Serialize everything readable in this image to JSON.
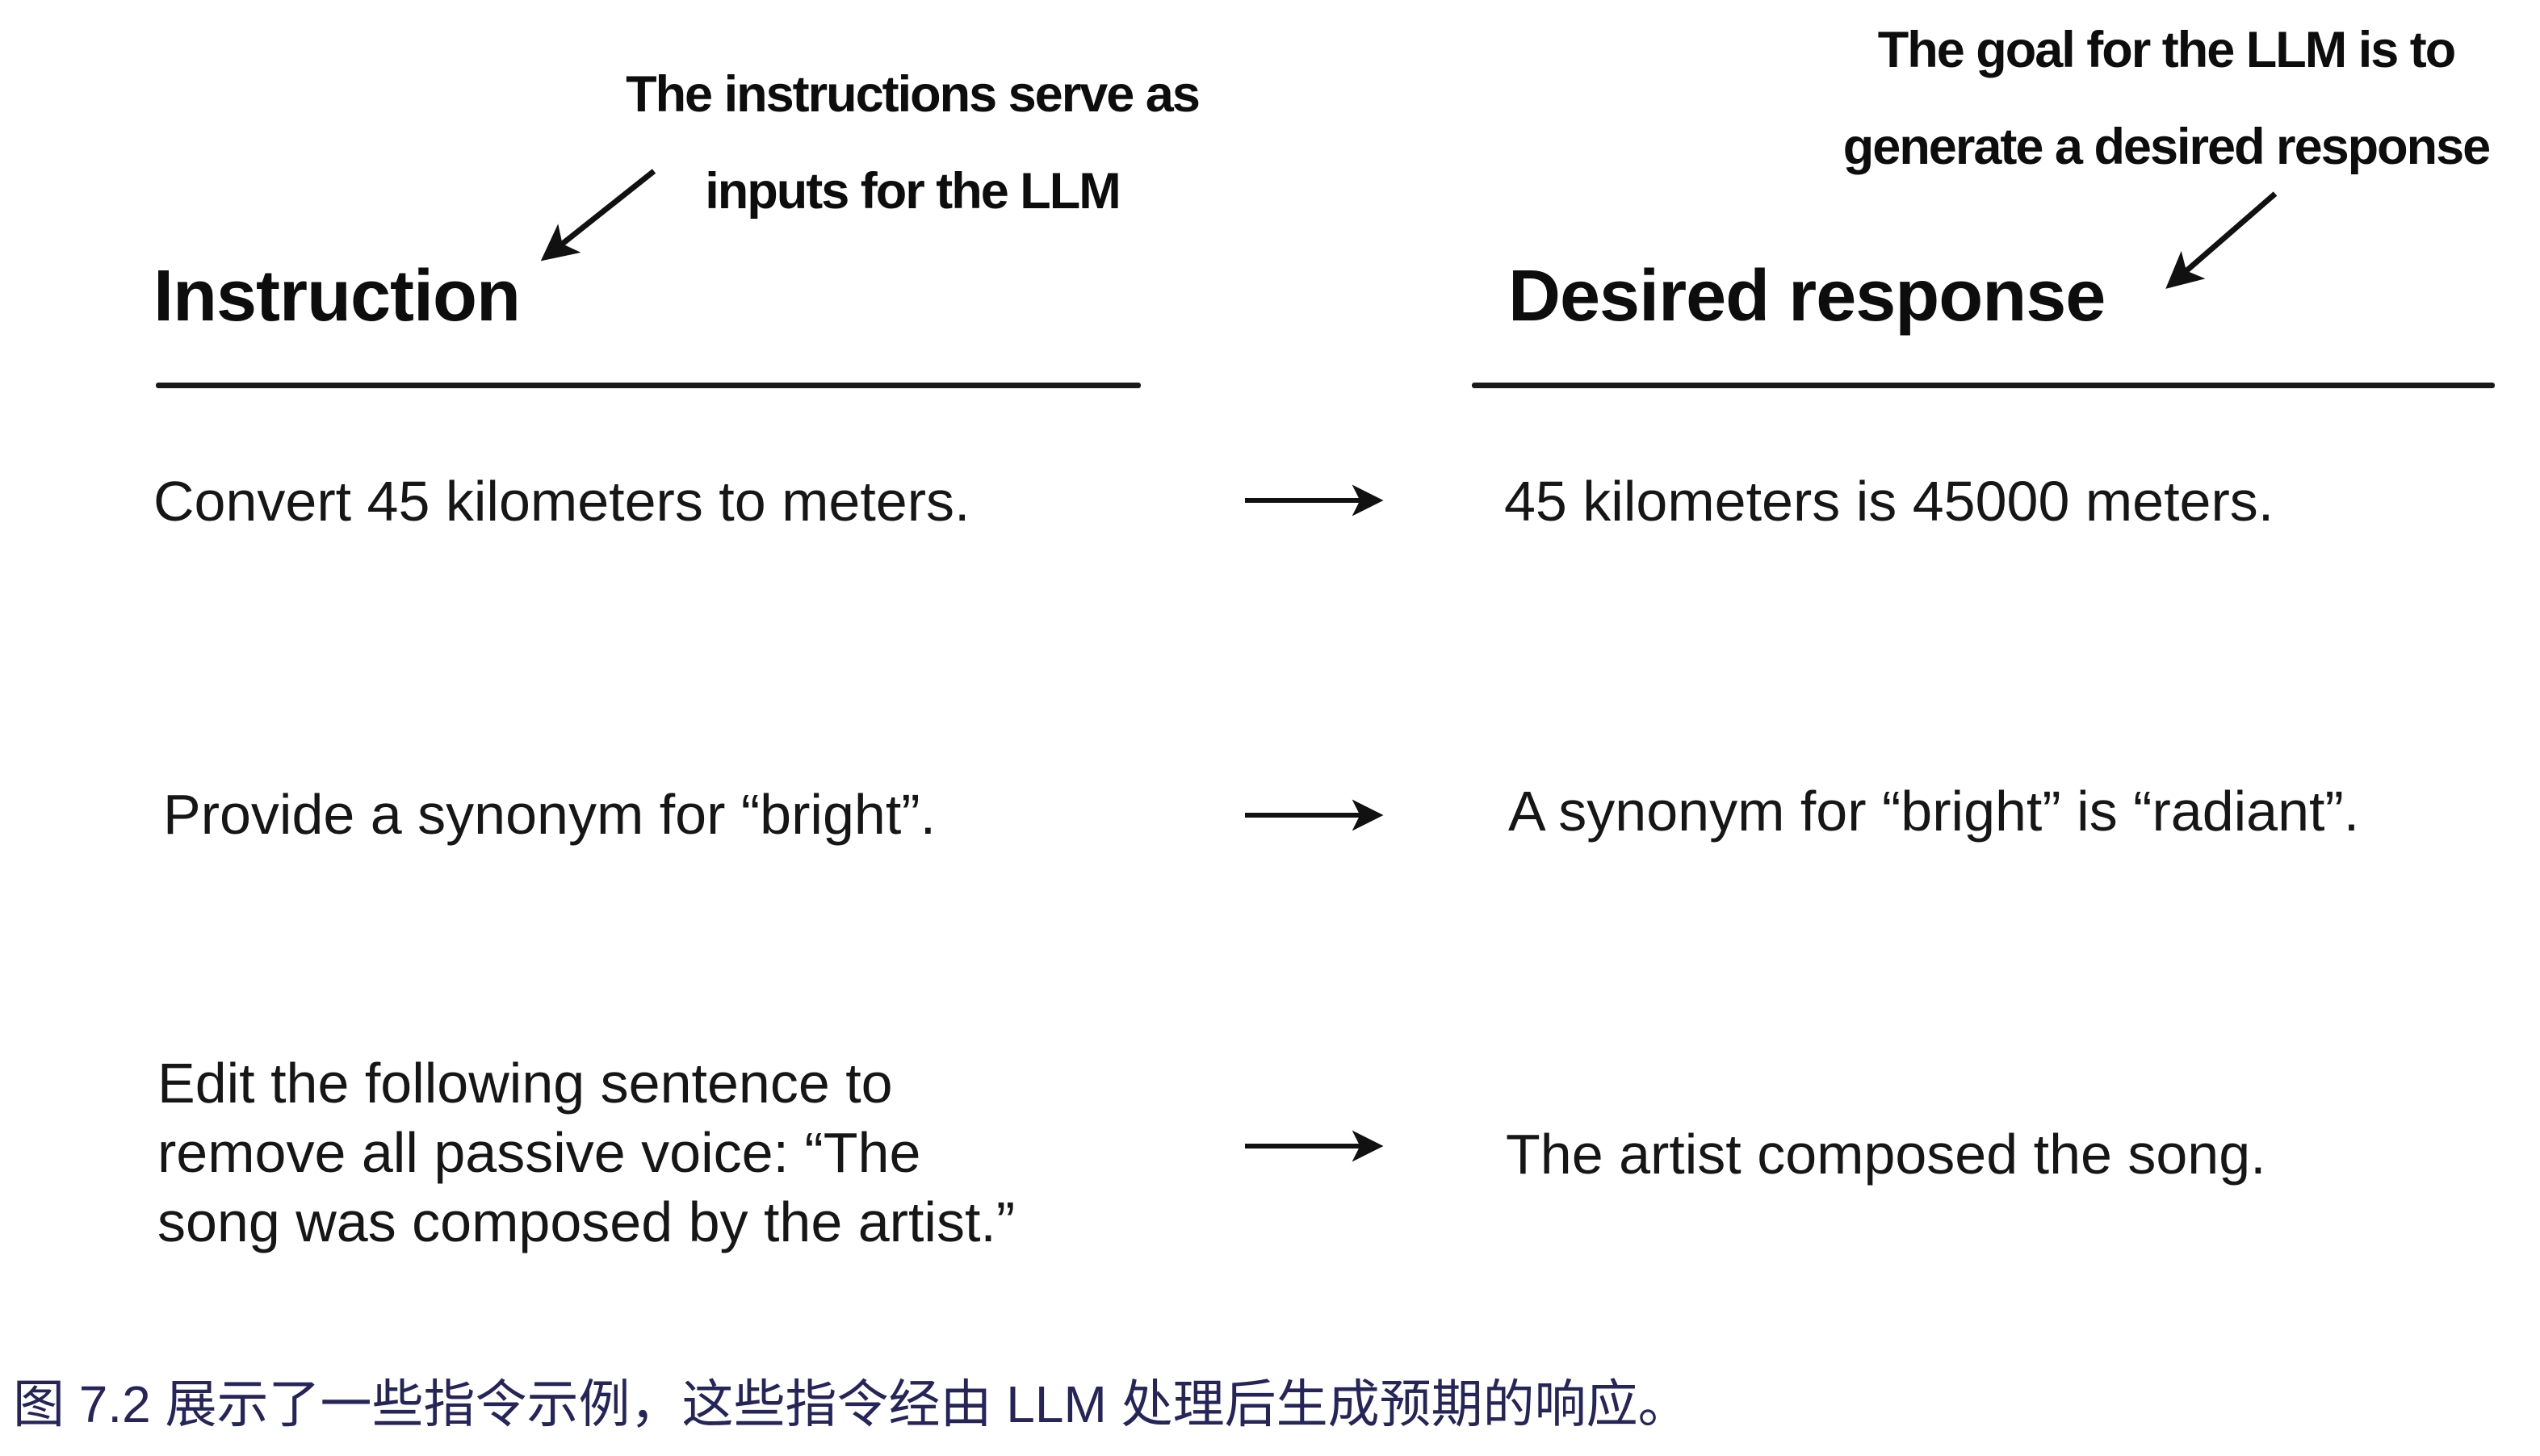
{
  "annotations": {
    "left": {
      "text": "The instructions serve as\ninputs for the LLM"
    },
    "right": {
      "text": "The goal for the LLM is to\ngenerate a desired response"
    }
  },
  "table": {
    "columns": [
      {
        "header": "Instruction"
      },
      {
        "header": "Desired response"
      }
    ],
    "rows": [
      {
        "instruction": "Convert 45 kilometers to meters.",
        "response": "45 kilometers is 45000 meters."
      },
      {
        "instruction": "Provide a synonym for “bright”.",
        "response": "A synonym for “bright” is “radiant”."
      },
      {
        "instruction": "Edit the following sentence to\nremove all passive voice: “The\nsong was composed by the artist.”",
        "response": "The artist composed the song."
      }
    ]
  },
  "caption": {
    "text": "图 7.2 展示了一些指令示例，这些指令经由 LLM 处理后生成预期的响应。"
  },
  "icons": {
    "row_arrow": "right-arrow",
    "annotation_arrow": "down-left-arrow"
  },
  "colors": {
    "diagram_text": "#141414",
    "rule": "#1a1a1a",
    "caption_text": "#25255a",
    "background": "#ffffff"
  }
}
